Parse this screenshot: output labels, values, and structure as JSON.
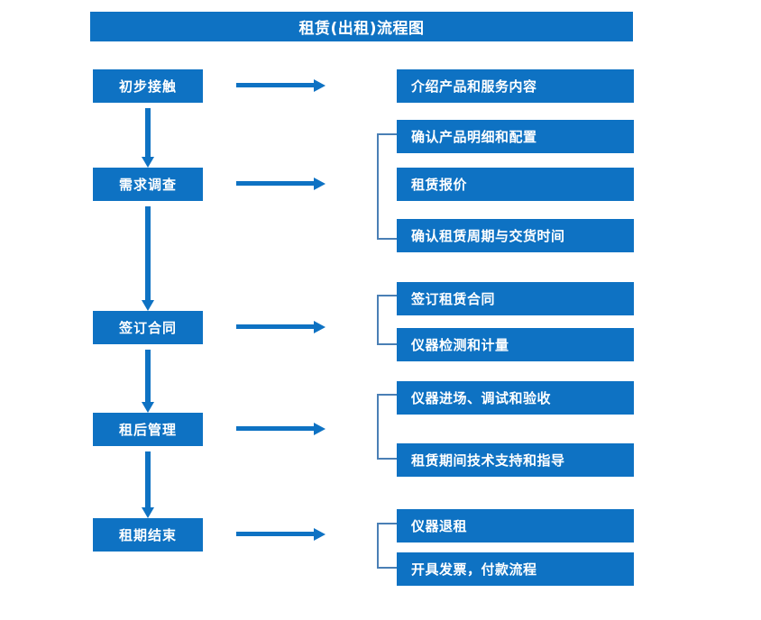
{
  "diagram": {
    "title": "租赁(出租)流程图",
    "accent_color": "#0E72C3",
    "bracket_color": "#4A7FB5",
    "text_color": "#FFFFFF",
    "background_color": "#FFFFFF",
    "stages": [
      {
        "label": "初步接触"
      },
      {
        "label": "需求调查"
      },
      {
        "label": "签订合同"
      },
      {
        "label": "租后管理"
      },
      {
        "label": "租期结束"
      }
    ],
    "details": [
      {
        "label": "介绍产品和服务内容"
      },
      {
        "label": "确认产品明细和配置"
      },
      {
        "label": "租赁报价"
      },
      {
        "label": "确认租赁周期与交货时间"
      },
      {
        "label": "签订租赁合同"
      },
      {
        "label": "仪器检测和计量"
      },
      {
        "label": "仪器进场、调试和验收"
      },
      {
        "label": "租赁期间技术支持和指导"
      },
      {
        "label": "仪器退租"
      },
      {
        "label": "开具发票，付款流程"
      }
    ],
    "groups": [
      {
        "name": "需求调查-group",
        "detail_indices": [
          1,
          2,
          3
        ]
      },
      {
        "name": "签订合同-group",
        "detail_indices": [
          4,
          5
        ]
      },
      {
        "name": "租后管理-group",
        "detail_indices": [
          6,
          7
        ]
      },
      {
        "name": "租期结束-group",
        "detail_indices": [
          8,
          9
        ]
      }
    ]
  }
}
